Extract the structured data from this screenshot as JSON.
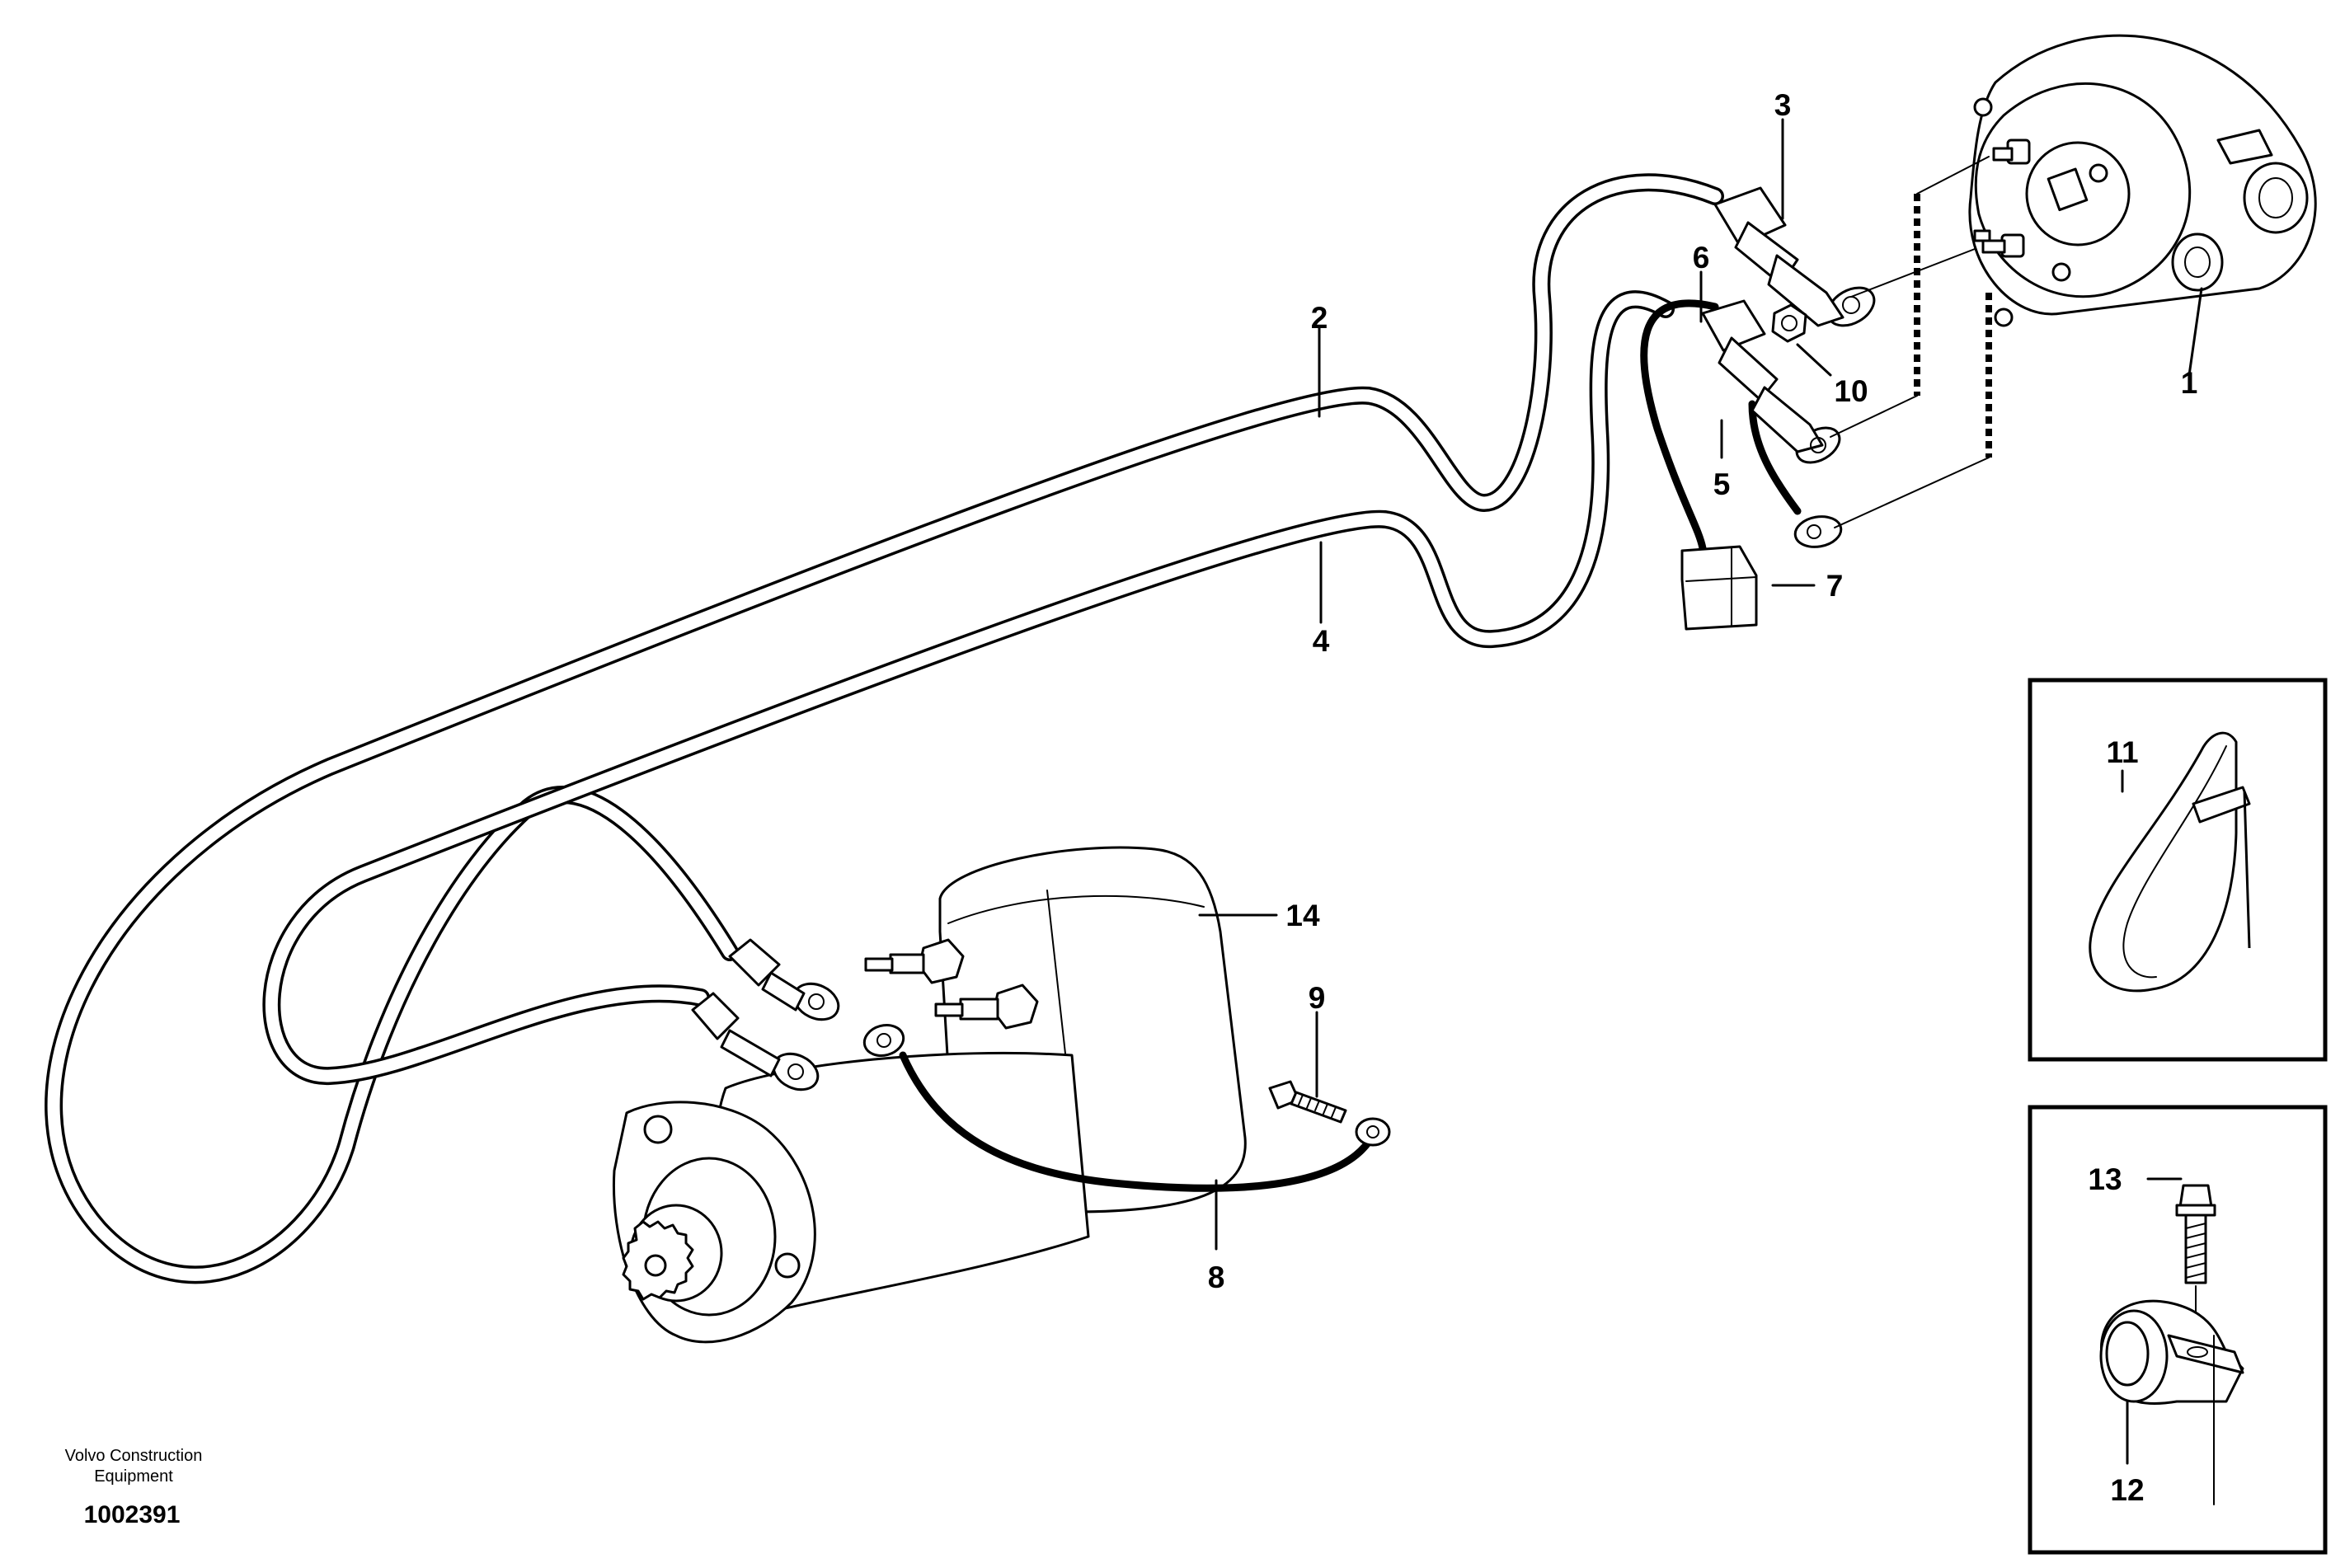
{
  "diagram": {
    "callouts": [
      {
        "id": "c1",
        "label": "1"
      },
      {
        "id": "c2",
        "label": "2"
      },
      {
        "id": "c3",
        "label": "3"
      },
      {
        "id": "c4",
        "label": "4"
      },
      {
        "id": "c5",
        "label": "5"
      },
      {
        "id": "c6",
        "label": "6"
      },
      {
        "id": "c7",
        "label": "7"
      },
      {
        "id": "c8",
        "label": "8"
      },
      {
        "id": "c9",
        "label": "9"
      },
      {
        "id": "c10",
        "label": "10"
      },
      {
        "id": "c11",
        "label": "11"
      },
      {
        "id": "c12",
        "label": "12"
      },
      {
        "id": "c13",
        "label": "13"
      },
      {
        "id": "c14",
        "label": "14"
      }
    ]
  },
  "footer": {
    "brand_line1": "Volvo Construction",
    "brand_line2": "Equipment",
    "drawing_number": "1002391"
  }
}
